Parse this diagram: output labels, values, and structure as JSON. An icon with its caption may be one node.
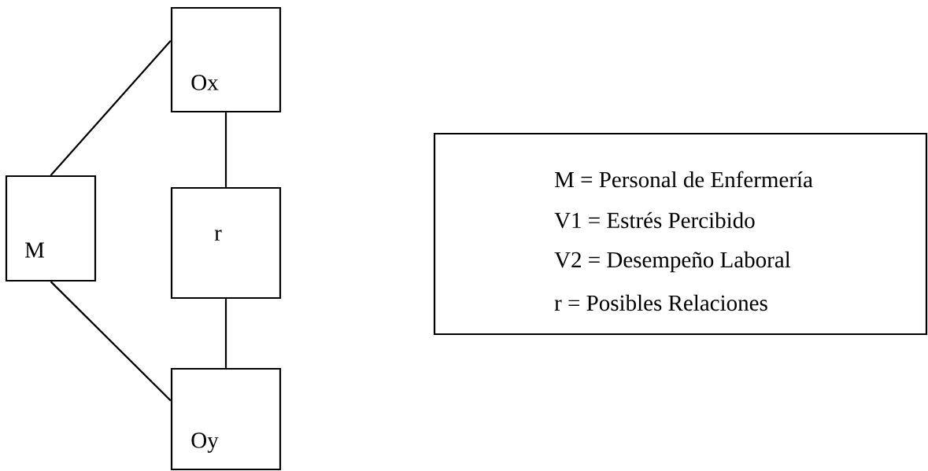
{
  "diagram": {
    "nodes": [
      {
        "text": [
          "M"
        ]
      },
      {
        "text": [
          "Ox"
        ]
      },
      {
        "text": [
          "r"
        ]
      },
      {
        "text": [
          "Oy"
        ]
      },
      {
        "text": [
          "M = Personal de Enfermería",
          "V1 = Estrés Percibido",
          "V2 = Desempeño Laboral",
          "r = Posibles Relaciones"
        ]
      }
    ],
    "edges": [
      {
        "from": 0,
        "to": 1,
        "arrow": "none"
      },
      {
        "from": 0,
        "to": 3,
        "arrow": "none"
      },
      {
        "from": 1,
        "to": 2,
        "arrow": "none"
      },
      {
        "from": 2,
        "to": 3,
        "arrow": "none"
      }
    ]
  }
}
